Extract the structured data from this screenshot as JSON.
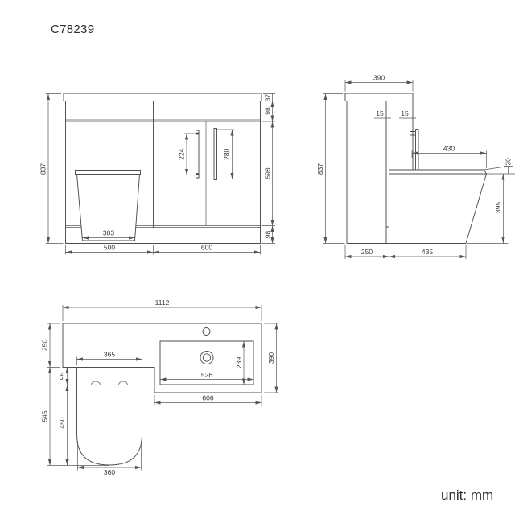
{
  "header": {
    "drawing_number": "C78239"
  },
  "footer": {
    "unit_label": "unit: mm"
  },
  "front_view": {
    "total_height": "837",
    "worktop_thickness": "37",
    "upper_panel_height": "98",
    "door_height": "598",
    "plinth_height": "98",
    "toilet_unit_width": "500",
    "basin_unit_width": "600",
    "toilet_base_width": "303",
    "handle_left_length": "224",
    "handle_right_length": "280"
  },
  "side_view": {
    "worktop_depth": "390",
    "total_height": "837",
    "panel_thickness_left": "15",
    "panel_thickness_right": "15",
    "seat_projection": "430",
    "seat_thickness": "30",
    "bowl_height": "395",
    "cabinet_depth": "250",
    "toilet_projection": "435"
  },
  "plan_view": {
    "total_width": "1112",
    "counter_depth": "250",
    "toilet_total_length": "545",
    "hinge_offset": "95",
    "seat_length": "450",
    "toilet_width": "365",
    "seat_width": "360",
    "bowl_width": "526",
    "bowl_depth": "239",
    "basin_section_width": "606",
    "basin_section_depth": "390"
  }
}
